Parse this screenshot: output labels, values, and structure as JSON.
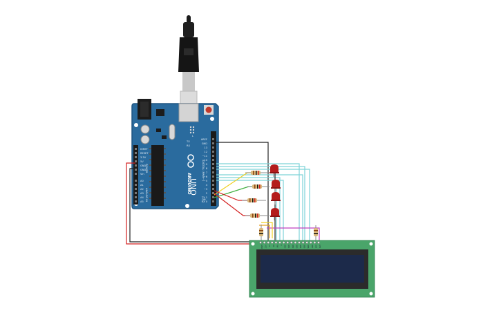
{
  "board": {
    "logo_text": "ARDUINO",
    "model_text": "UNO",
    "header_labels_top": [
      "AREF",
      "GND",
      "13",
      "12",
      "~11",
      "~10",
      "~9",
      "8",
      "7",
      "~6",
      "~5",
      "4",
      "~3",
      "2",
      "TX 1",
      "RX 0"
    ],
    "section_digital": "DIGITAL (PWM~)",
    "section_power": "POWER",
    "section_analog": "ANALOG IN",
    "power_labels": [
      "IOREF",
      "RESET",
      "3.3V",
      "5V",
      "GND",
      "GND",
      "Vin"
    ],
    "analog_labels": [
      "A0",
      "A1",
      "A2",
      "A3",
      "A4",
      "A5"
    ],
    "tx_label": "TX",
    "rx_label": "RX",
    "on_label": "ON",
    "l_label": "L"
  },
  "lcd": {
    "pin_labels": [
      "GND",
      "VCC",
      "V0",
      "RS",
      "RW",
      "E",
      "DB0",
      "DB1",
      "DB2",
      "DB3",
      "DB4",
      "DB5",
      "DB6",
      "DB7",
      "LED",
      "LED"
    ]
  },
  "colors": {
    "board": "#2a6b9e",
    "board_edge": "#1f5580",
    "lcd_pcb": "#4aa56a",
    "lcd_screen": "#1c2a4a",
    "wire_cyan": "#7dd3d8",
    "wire_red": "#d32020",
    "wire_black": "#222222",
    "wire_yellow": "#f0d020",
    "wire_green": "#40b040",
    "wire_magenta": "#c040c0",
    "led": "#b41c1c"
  }
}
